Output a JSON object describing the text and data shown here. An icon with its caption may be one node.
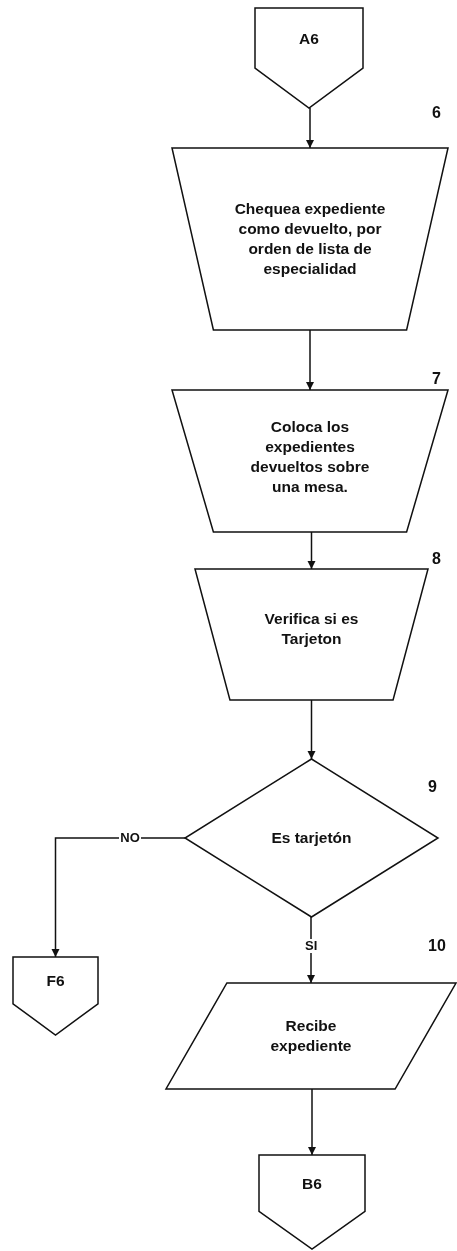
{
  "diagram": {
    "nodes": [
      {
        "text": [
          "A6"
        ]
      },
      {
        "text": [
          "Chequea expediente como devuelto, por orden de lista de especialidad"
        ],
        "beside": [
          "6"
        ]
      },
      {
        "text": [
          "Coloca los expedientes devueltos sobre una mesa."
        ],
        "beside": [
          "7"
        ]
      },
      {
        "text": [
          "Verifica si es Tarjeton"
        ],
        "beside": [
          "8"
        ]
      },
      {
        "text": [
          "Es tarjetón"
        ],
        "beside": [
          "9"
        ]
      },
      {
        "text": [
          "F6"
        ]
      },
      {
        "text": [
          "Recibe expediente"
        ],
        "beside": [
          "10"
        ]
      },
      {
        "text": [
          "B6"
        ]
      }
    ],
    "edges": [
      {
        "from": 0,
        "to": 1,
        "arrow": "to"
      },
      {
        "from": 1,
        "to": 2,
        "arrow": "to"
      },
      {
        "from": 2,
        "to": 3,
        "arrow": "to"
      },
      {
        "from": 3,
        "to": 4,
        "arrow": "to"
      },
      {
        "from": 4,
        "to": 5,
        "arrow": "to",
        "label": "NO"
      },
      {
        "from": 4,
        "to": 6,
        "arrow": "to",
        "label": "SI"
      },
      {
        "from": 6,
        "to": 7,
        "arrow": "to"
      }
    ]
  }
}
